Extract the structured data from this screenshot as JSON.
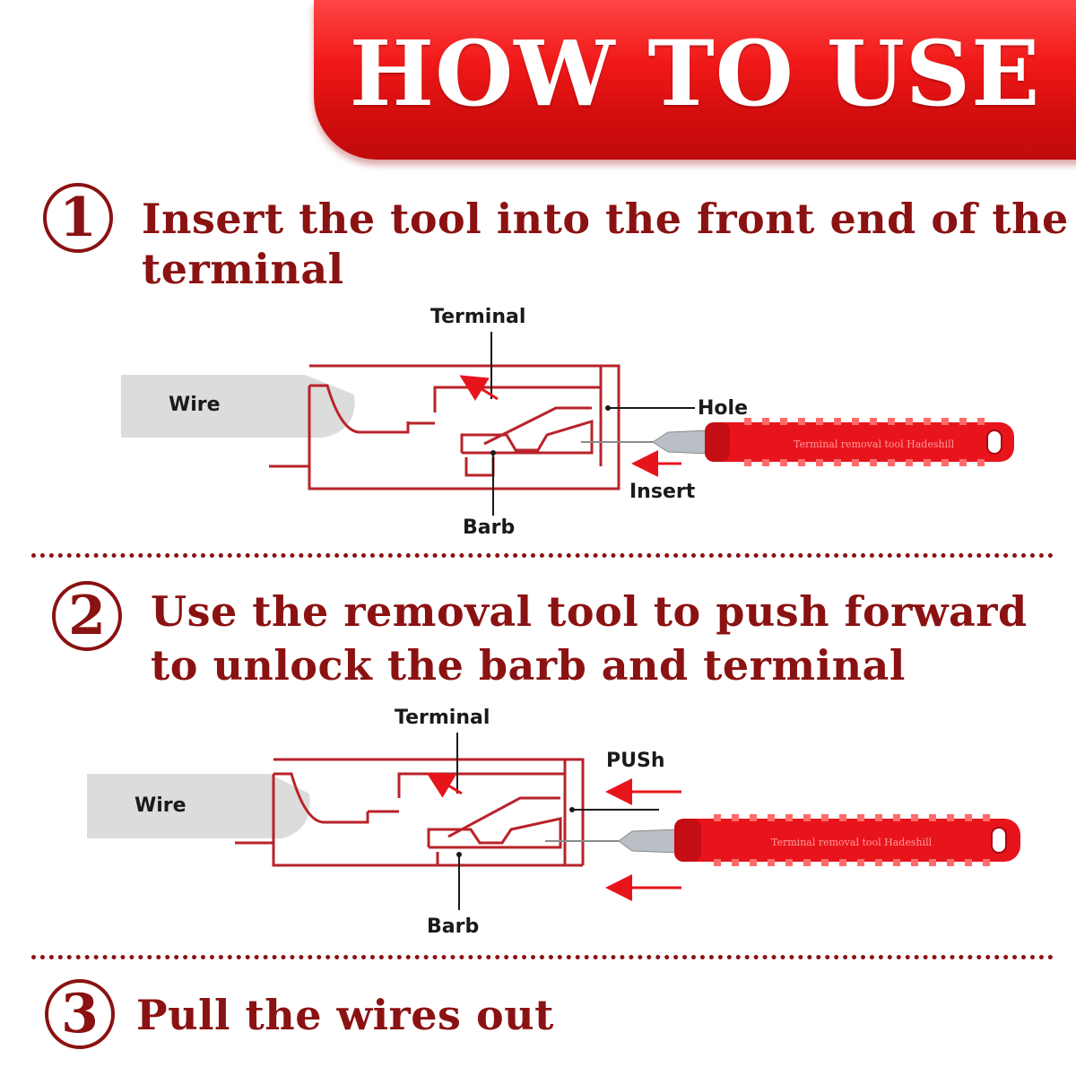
{
  "header": {
    "title": "HOW TO USE"
  },
  "steps": [
    {
      "number": "1",
      "text_line1": "Insert the tool into the front end of the",
      "text_line2": "terminal"
    },
    {
      "number": "2",
      "text_line1": "Use the removal tool to push forward",
      "text_line2": "to unlock the barb and terminal"
    },
    {
      "number": "3",
      "text_line1": "Pull the wires out"
    }
  ],
  "diagram1": {
    "terminal": "Terminal",
    "wire": "Wire",
    "hole": "Hole",
    "insert": "Insert",
    "barb": "Barb",
    "tool_text": "Terminal removal tool  Hadeshill"
  },
  "diagram2": {
    "terminal": "Terminal",
    "wire": "Wire",
    "push": "PUSh",
    "barb": "Barb",
    "tool_text": "Terminal removal tool  Hadeshill"
  },
  "colors": {
    "accent": "#e8141c",
    "text": "#8b1212",
    "line": "#b8232a"
  }
}
